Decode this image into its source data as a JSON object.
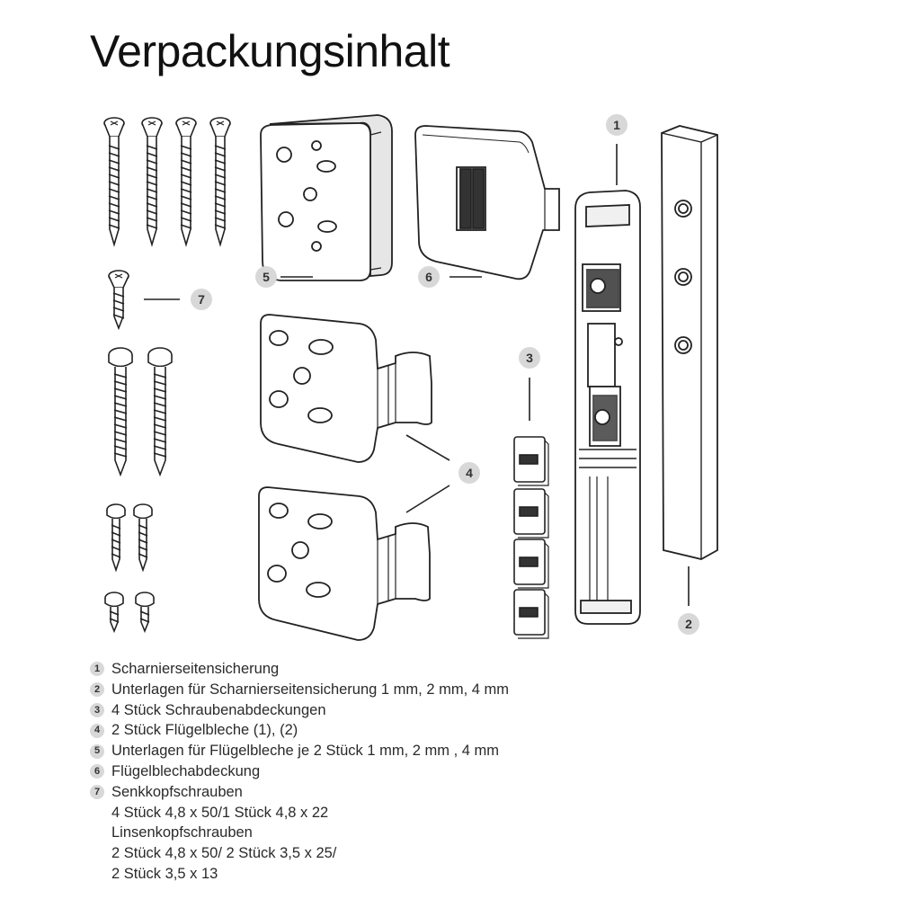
{
  "title": "Verpackungsinhalt",
  "callouts": [
    "1",
    "2",
    "3",
    "4",
    "5",
    "6",
    "7"
  ],
  "legend": [
    {
      "num": "1",
      "text": "Scharnierseitensicherung"
    },
    {
      "num": "2",
      "text": "Unterlagen für Scharnierseitensicherung 1 mm, 2 mm, 4 mm"
    },
    {
      "num": "3",
      "text": "4 Stück Schraubenabdeckungen"
    },
    {
      "num": "4",
      "text": "2 Stück Flügelbleche (1), (2)"
    },
    {
      "num": "5",
      "text": "Unterlagen für Flügelbleche je 2 Stück 1 mm, 2 mm , 4 mm"
    },
    {
      "num": "6",
      "text": "Flügelblechabdeckung"
    },
    {
      "num": "7",
      "text": "Senkkopfschrauben"
    }
  ],
  "legend_continuation": [
    "4 Stück 4,8 x 50/1 Stück 4,8 x 22",
    "Linsenkopfschrauben",
    "2 Stück 4,8 x 50/ 2 Stück 3,5 x 25/",
    "2 Stück 3,5 x 13"
  ],
  "colors": {
    "line": "#222222",
    "badge": "#d8d8d8",
    "part_fill": "#ffffff",
    "shade": "#e6e6e6"
  }
}
